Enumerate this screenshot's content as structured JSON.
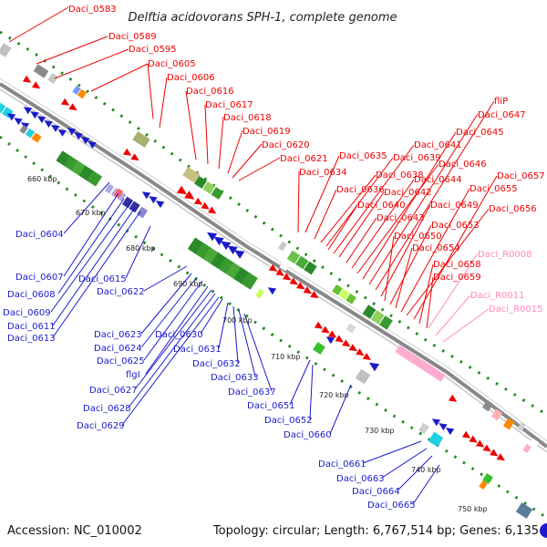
{
  "title": "Delftia acidovorans SPH-1, complete genome",
  "accession": "Accession: NC_010002",
  "topology": "Topology: circular; Length: 6,767,514 bp; Genes: 6,135",
  "colors": {
    "top_strand_label": "#ee0000",
    "bottom_strand_label": "#1a1acc",
    "rna_label": "#ff88bb",
    "backbone": "#909090",
    "dots": "#228822"
  },
  "ticks": [
    "660 kbp",
    "670 kbp",
    "680 kbp",
    "690 kbp",
    "700 kbp",
    "710 kbp",
    "720 kbp",
    "730 kbp",
    "740 kbp",
    "750 kbp"
  ],
  "top_labels": [
    "Daci_0583",
    "Daci_0589",
    "Daci_0595",
    "Daci_0605",
    "Daci_0606",
    "Daci_0616",
    "Daci_0617",
    "Daci_0618",
    "Daci_0619",
    "Daci_0620",
    "Daci_0621",
    "Daci_0634",
    "Daci_0635",
    "Daci_0636",
    "Daci_0638",
    "Daci_0639",
    "Daci_0640",
    "Daci_0641",
    "Daci_0642",
    "Daci_0643",
    "Daci_0644",
    "Daci_0645",
    "Daci_0646",
    "Daci_0647",
    "fliP",
    "Daci_0649",
    "Daci_0650",
    "Daci_0653",
    "Daci_0654",
    "Daci_0655",
    "Daci_0656",
    "Daci_0657",
    "Daci_0658",
    "Daci_0659"
  ],
  "rna_labels": [
    "Daci_R0008",
    "Daci_R0011",
    "Daci_R0015"
  ],
  "bottom_labels": [
    "Daci_0604",
    "Daci_0607",
    "Daci_0608",
    "Daci_0609",
    "Daci_0611",
    "Daci_0613",
    "Daci_0615",
    "Daci_0622",
    "Daci_0623",
    "Daci_0624",
    "Daci_0625",
    "flgI",
    "Daci_0627",
    "Daci_0628",
    "Daci_0629",
    "Daci_0630",
    "Daci_0631",
    "Daci_0632",
    "Daci_0633",
    "Daci_0637",
    "Daci_0651",
    "Daci_0652",
    "Daci_0660",
    "Daci_0661",
    "Daci_0663",
    "Daci_0664",
    "Daci_0665"
  ]
}
